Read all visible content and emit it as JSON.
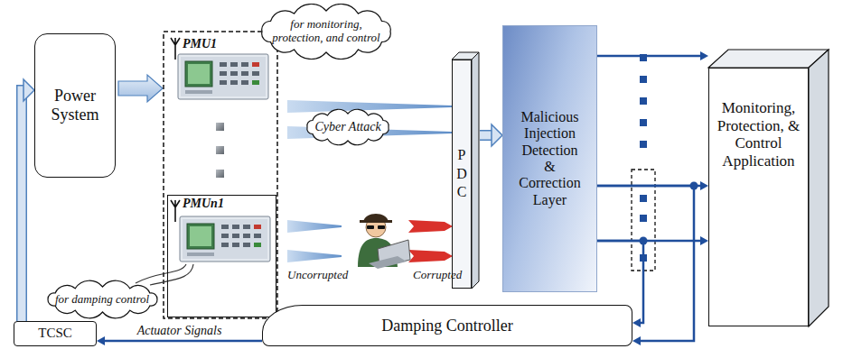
{
  "diagram": {
    "nodes": [
      {
        "text": [
          "Power System"
        ]
      },
      {
        "text": [
          "for monitoring, protection, and control"
        ]
      },
      {
        "text": [
          "PMU1"
        ]
      },
      {
        "text": [
          "PMUn1"
        ]
      },
      {
        "text": [
          "Cyber Attack"
        ]
      },
      {
        "text": [
          "for damping control"
        ]
      },
      {
        "text": [
          "PDC"
        ]
      },
      {
        "text": [
          "Malicious Injection Detection & Correction Layer"
        ]
      },
      {
        "text": [
          "Monitoring, Protection, & Control Application"
        ]
      },
      {
        "text": [
          "Damping Controller"
        ]
      },
      {
        "text": [
          "TCSC"
        ]
      }
    ],
    "edges": [
      {
        "from": 6,
        "to": 7,
        "arrow": "to"
      },
      {
        "from": 7,
        "to": 8,
        "arrow": "to"
      },
      {
        "from": 7,
        "to": 8,
        "arrow": "to"
      },
      {
        "from": 7,
        "to": 8,
        "arrow": "to"
      },
      {
        "from": 7,
        "to": 9,
        "arrow": "to"
      },
      {
        "from": 7,
        "to": 9,
        "arrow": "to"
      },
      {
        "from": 9,
        "to": 10,
        "label": "Actuator Signals",
        "arrow": "to"
      },
      {
        "from": 10,
        "to": 0,
        "arrow": "to"
      }
    ],
    "labels": [
      "Uncorrupted",
      "Corrupted"
    ]
  }
}
